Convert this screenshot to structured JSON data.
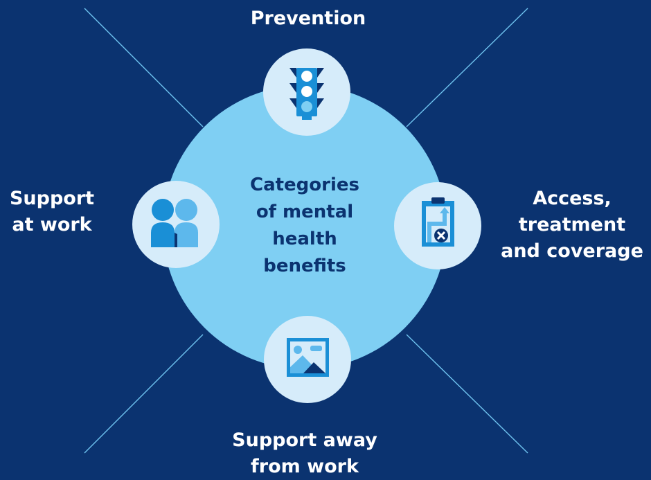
{
  "center_label": [
    "Categories",
    "of mental",
    "health",
    "benefits"
  ],
  "categories": {
    "top": {
      "lines": [
        "Prevention"
      ],
      "icon": "traffic-light-icon"
    },
    "right": {
      "lines": [
        "Access,",
        "treatment",
        "and coverage"
      ],
      "icon": "clipboard-icon"
    },
    "bottom": {
      "lines": [
        "Support away",
        "from work"
      ],
      "icon": "landscape-image-icon"
    },
    "left": {
      "lines": [
        "Support",
        "at work"
      ],
      "icon": "people-icon"
    }
  },
  "colors": {
    "background": "#0b3370",
    "big_circle": "#7fcff3",
    "icon_circle": "#d6ecfa",
    "icon_blue": "#1a8fd6",
    "icon_light": "#5db8ec",
    "text_white": "#ffffff",
    "text_navy": "#0b3370"
  }
}
